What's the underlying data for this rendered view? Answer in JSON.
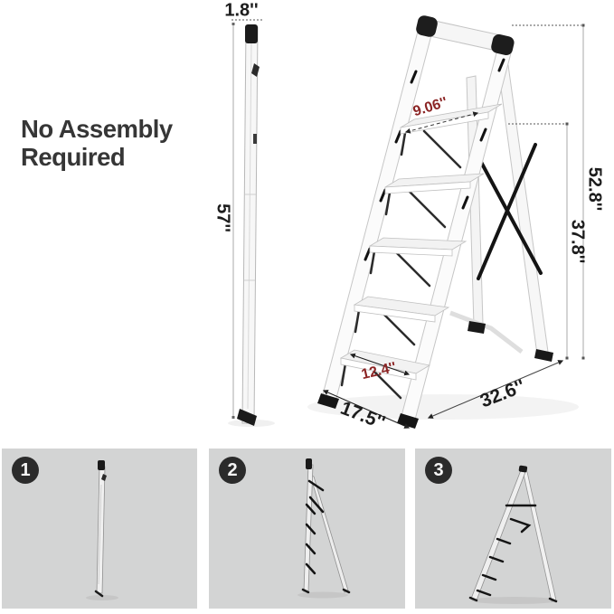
{
  "headline": {
    "line1": "No Assembly",
    "line2": "Required"
  },
  "folded_view": {
    "width_label": "1.8''",
    "height_label": "57''"
  },
  "open_view": {
    "top_step_width_label": "9.06''",
    "overall_height_label": "52.8''",
    "rear_frame_height_label": "37.8''",
    "bottom_step_depth_label": "12.4''",
    "base_width_label": "17.5''",
    "open_depth_label": "32.6''"
  },
  "fold_sequence": {
    "steps": [
      {
        "number": "1",
        "icon": "folded-ladder-icon"
      },
      {
        "number": "2",
        "icon": "half-open-ladder-icon"
      },
      {
        "number": "3",
        "icon": "open-ladder-icon"
      }
    ]
  },
  "colors": {
    "headline_text": "#363636",
    "dimension_text_dark": "#1c1c1c",
    "dimension_text_red": "#8b2424",
    "panel_background": "#d3d4d4",
    "badge_background": "#2b2b2b",
    "badge_text": "#f5f5f5",
    "ladder_black": "#1a1a1a",
    "ladder_white": "#f7f7f7"
  }
}
